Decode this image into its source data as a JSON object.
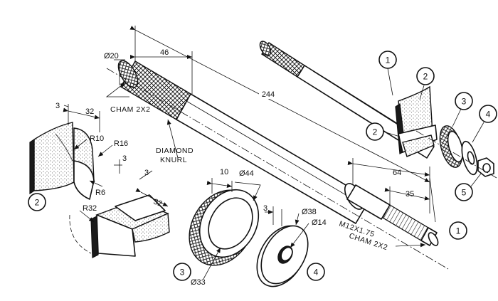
{
  "dimensions": {
    "d_20": "Ø20",
    "len_46": "46",
    "len_244": "244",
    "len_3a": "3",
    "len_32a": "32",
    "r10": "R10",
    "r16": "R16",
    "len_3b": "3",
    "r6": "R6",
    "r32": "R32",
    "len_3c": "3",
    "len_32b": "32",
    "len_10": "10",
    "d_44": "Ø44",
    "d_33": "Ø33",
    "len_3d": "3",
    "d_38": "Ø38",
    "d_14": "Ø14",
    "len_64": "64",
    "len_35": "35"
  },
  "notes": {
    "cham_top": "CHAM 2X2",
    "knurl_line1": "DIAMOND",
    "knurl_line2": "KNURL",
    "thread_spec": "M12X1.75",
    "cham_bottom": "CHAM 2X2"
  },
  "balloons": {
    "asm_1": "1",
    "asm_2": "2",
    "asm_2b": "2",
    "asm_3": "3",
    "asm_4": "4",
    "asm_5": "5",
    "part_2": "2",
    "part_3": "3",
    "part_4": "4",
    "part_1": "1"
  }
}
